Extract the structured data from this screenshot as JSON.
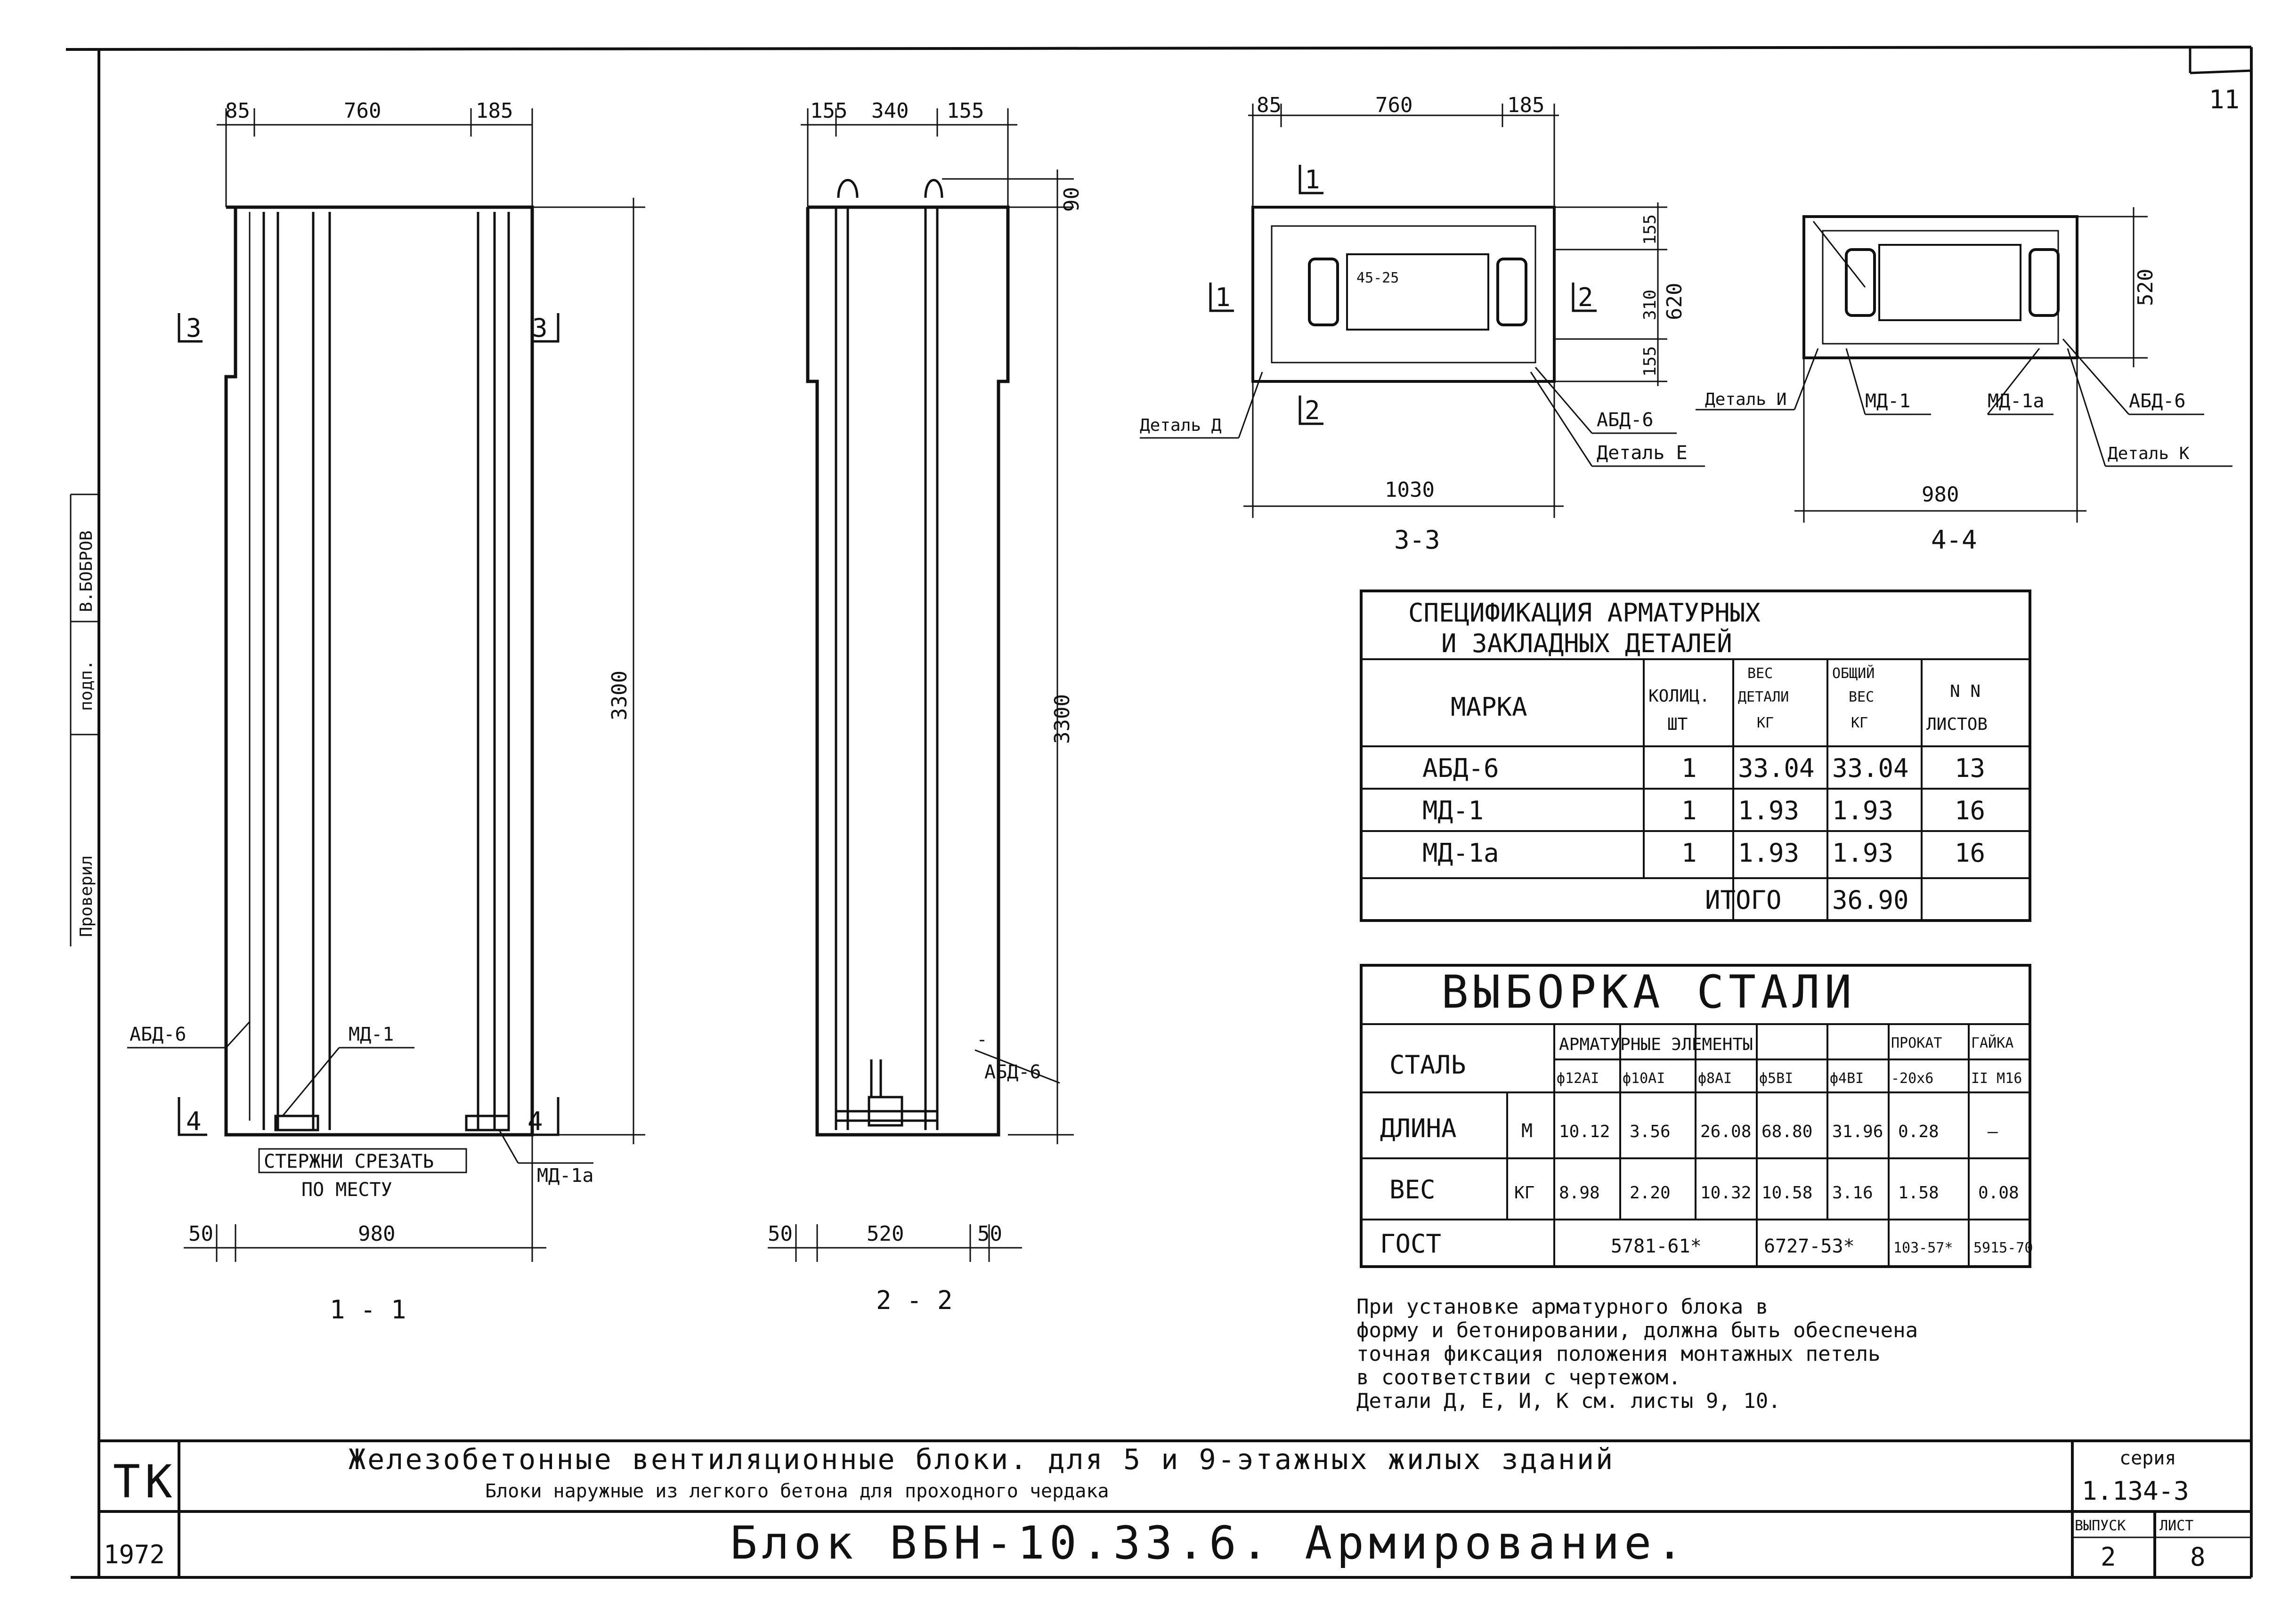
{
  "sheet_number": "11",
  "section_1_1": {
    "label": "1 - 1",
    "dim_top": [
      "85",
      "760",
      "185"
    ],
    "dim_height": "3300",
    "dim_bottom": [
      "50",
      "980"
    ],
    "cut_marks": [
      "3",
      "3",
      "4",
      "4"
    ],
    "callouts": {
      "abd": "АБД-6",
      "md1": "МД-1",
      "md1a": "МД-1а"
    },
    "note_line1": "СТЕРЖНИ СРЕЗАТЬ",
    "note_line2": "ПО МЕСТУ"
  },
  "section_2_2": {
    "label": "2 - 2",
    "dim_top": [
      "155",
      "340",
      "155"
    ],
    "dim_right_top": "90",
    "dim_height": "3300",
    "dim_bottom": [
      "50",
      "520",
      "50"
    ],
    "callouts": {
      "abd": "АБД-6"
    }
  },
  "section_3_3": {
    "label": "3-3",
    "dim_top": [
      "85",
      "760",
      "185"
    ],
    "dim_right": [
      "155",
      "310",
      "155"
    ],
    "dim_total_h": "620",
    "dim_bottom": "1030",
    "inner_note": "45-25",
    "cut_marks": [
      "1",
      "1",
      "2",
      "2"
    ],
    "callouts": {
      "detail_d": "Деталь Д",
      "abd": "АБД-6",
      "detail_e": "Деталь Е"
    }
  },
  "section_4_4": {
    "label": "4-4",
    "dim_right": "520",
    "dim_bottom": "980",
    "callouts": {
      "detail_i": "Деталь И",
      "md1": "МД-1",
      "md1a": "МД-1а",
      "abd": "АБД-6",
      "detail_k": "Деталь К"
    }
  },
  "spec_table": {
    "title_line1": "СПЕЦИФИКАЦИЯ АРМАТУРНЫХ",
    "title_line2": "И ЗАКЛАДНЫХ ДЕТАЛЕЙ",
    "headers": {
      "mark": "МАРКА",
      "qty1": "КОЛИЦ.",
      "qty2": "ШТ",
      "w1": "ВЕС",
      "w2": "ДЕТАЛИ",
      "w3": "КГ",
      "tw1": "ОБЩИЙ",
      "tw2": "ВЕС",
      "tw3": "КГ",
      "sh1": "N N",
      "sh2": "ЛИСТОВ"
    },
    "rows": [
      {
        "mark": "АБД-6",
        "qty": "1",
        "weight": "33.04",
        "total": "33.04",
        "sheets": "13"
      },
      {
        "mark": "МД-1",
        "qty": "1",
        "weight": "1.93",
        "total": "1.93",
        "sheets": "16"
      },
      {
        "mark": "МД-1а",
        "qty": "1",
        "weight": "1.93",
        "total": "1.93",
        "sheets": "16"
      }
    ],
    "total_label": "ИТОГО",
    "total_value": "36.90"
  },
  "steel_table": {
    "title": "ВЫБОРКА СТАЛИ",
    "steel_label": "СТАЛЬ",
    "group_rebar": "АРМАТУРНЫЕ ЭЛЕМЕНТЫ",
    "group_rolled": "ПРОКАТ",
    "group_nut": "ГАЙКА",
    "columns": [
      "ф12АI",
      "ф10АI",
      "ф8АI",
      "ф5ВI",
      "ф4ВI",
      "-20х6",
      "II М16"
    ],
    "length_label": "ДЛИНА",
    "length_unit": "М",
    "length": [
      "10.12",
      "3.56",
      "26.08",
      "68.80",
      "31.96",
      "0.28",
      "—"
    ],
    "weight_label": "ВЕС",
    "weight_unit": "КГ",
    "weight": [
      "8.98",
      "2.20",
      "10.32",
      "10.58",
      "3.16",
      "1.58",
      "0.08"
    ],
    "gost_label": "ГОСТ",
    "gost": [
      "5781-61*",
      "6727-53*",
      "103-57*",
      "5915-70"
    ]
  },
  "notes": [
    "При установке арматурного блока в",
    "форму и бетонировании, должна быть обеспечена",
    "точная фиксация положения монтажных петель",
    "в соответствии с чертежом.",
    "Детали Д, Е, И, К  см. листы 9, 10."
  ],
  "side_stamp": {
    "check": "Проверил",
    "name": "В.БОБРОВ"
  },
  "title_block": {
    "org": "ТК",
    "year": "1972",
    "line1": "Железобетонные вентиляционные блоки. для 5 и 9-этажных жилых зданий",
    "line2": "Блоки наружные из легкого бетона для проходного чердака",
    "main_title": "Блок ВБН-10.33.6. Армирование.",
    "series_label": "серия",
    "series_value": "1.134-3",
    "issue_label": "ВЫПУСК",
    "issue_value": "2",
    "sheet_label": "ЛИСТ",
    "sheet_value": "8"
  }
}
